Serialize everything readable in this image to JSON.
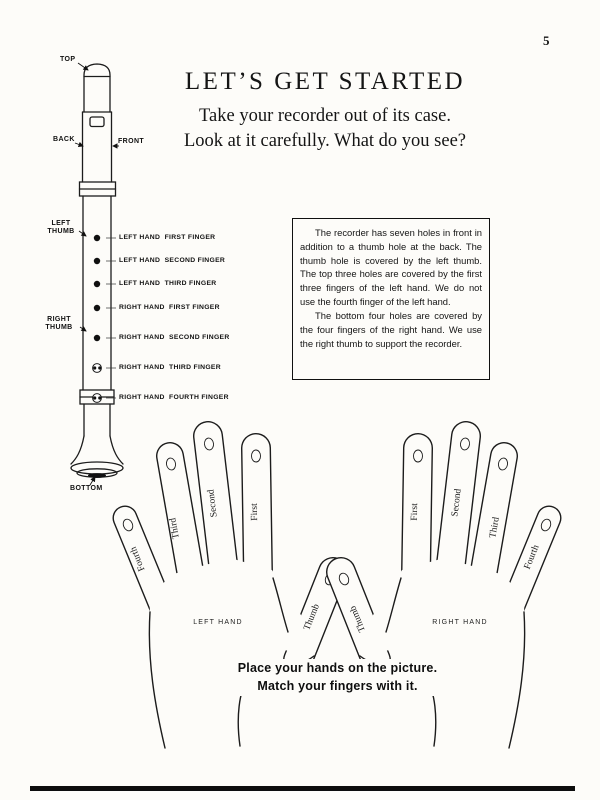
{
  "page": {
    "number": "5"
  },
  "header": {
    "title": "LET’S GET STARTED",
    "subtitle1": "Take your recorder out of its case.",
    "subtitle2": "Look at it carefully. What do you see?"
  },
  "recorder_diagram": {
    "labels": {
      "top": "TOP",
      "back": "BACK",
      "front": "FRONT",
      "left_thumb": "LEFT THUMB",
      "right_thumb": "RIGHT THUMB",
      "bottom": "BOTTOM"
    },
    "finger_labels": [
      {
        "label": "LEFT HAND  FIRST FINGER"
      },
      {
        "label": "LEFT HAND  SECOND FINGER"
      },
      {
        "label": "LEFT HAND  THIRD FINGER"
      },
      {
        "label": "RIGHT HAND  FIRST FINGER"
      },
      {
        "label": "RIGHT HAND  SECOND FINGER"
      },
      {
        "label": "RIGHT HAND  THIRD FINGER"
      },
      {
        "label": "RIGHT HAND  FOURTH FINGER"
      }
    ]
  },
  "info_box": {
    "paragraph1": "The recorder has seven holes in front in addition to a thumb hole at the back. The thumb hole is covered by the left thumb. The top three holes are covered by the first three fingers of the left hand. We do not use the fourth finger of the left hand.",
    "paragraph2": "The bottom four holes are covered by the four fingers of the right hand. We use the right thumb to support the recorder."
  },
  "hands_diagram": {
    "left_hand_label": "LEFT HAND",
    "right_hand_label": "RIGHT HAND",
    "left_fingers": [
      "Fourth",
      "Third",
      "Second",
      "First",
      "Thumb"
    ],
    "right_fingers": [
      "Thumb",
      "First",
      "Second",
      "Third",
      "Fourth"
    ]
  },
  "instruction": {
    "line1": "Place your hands on the picture.",
    "line2": "Match your fingers with it."
  }
}
